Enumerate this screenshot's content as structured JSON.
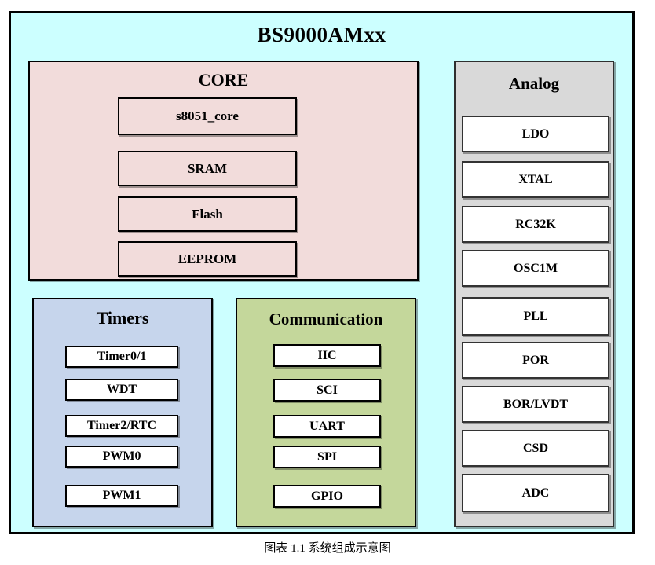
{
  "title": "BS9000AMxx",
  "caption": "图表 1.1 系统组成示意图",
  "colors": {
    "canvas": "#ccffff",
    "core": "#f2dcdb",
    "timers": "#c6d5ec",
    "communication": "#c4d79b",
    "analog": "#d9d9d9",
    "white": "#ffffff",
    "border": "#000000"
  },
  "blocks": {
    "core": {
      "label": "CORE",
      "items": [
        "s8051_core",
        "SRAM",
        "Flash",
        "EEPROM"
      ]
    },
    "timers": {
      "label": "Timers",
      "items": [
        "Timer0/1",
        "WDT",
        "Timer2/RTC",
        "PWM0",
        "PWM1"
      ]
    },
    "communication": {
      "label": "Communication",
      "items": [
        "IIC",
        "SCI",
        "UART",
        "SPI",
        "GPIO"
      ]
    },
    "analog": {
      "label": "Analog",
      "items": [
        "LDO",
        "XTAL",
        "RC32K",
        "OSC1M",
        "PLL",
        "POR",
        "BOR/LVDT",
        "CSD",
        "ADC"
      ]
    }
  }
}
